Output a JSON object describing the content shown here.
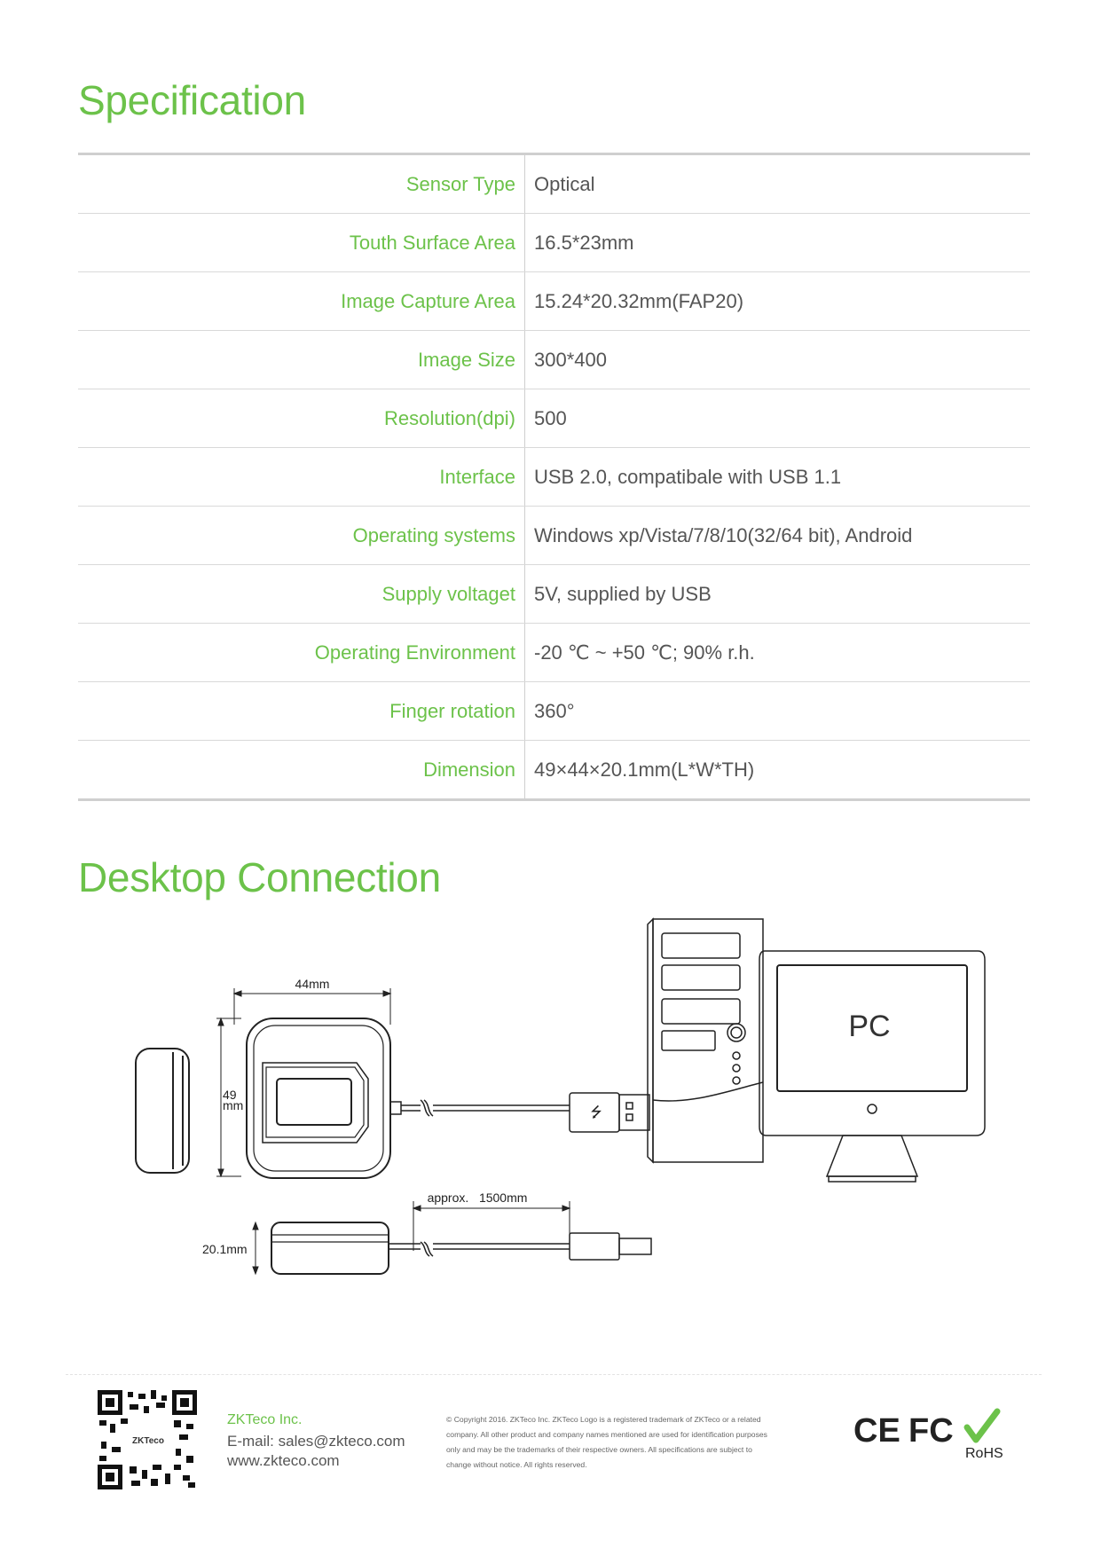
{
  "specification": {
    "title": "Specification",
    "rows": [
      {
        "label": "Sensor Type",
        "value": "Optical"
      },
      {
        "label": "Touth Surface Area",
        "value": "16.5*23mm"
      },
      {
        "label": "Image Capture Area",
        "value": "15.24*20.32mm(FAP20)"
      },
      {
        "label": "Image Size",
        "value": "300*400"
      },
      {
        "label": "Resolution(dpi)",
        "value": "500"
      },
      {
        "label": "Interface",
        "value": "USB 2.0, compatibale with USB 1.1"
      },
      {
        "label": "Operating systems",
        "value": "Windows xp/Vista/7/8/10(32/64 bit), Android"
      },
      {
        "label": "Supply voltaget",
        "value": "5V, supplied by USB"
      },
      {
        "label": "Operating Environment",
        "value": "-20 ℃ ~ +50 ℃; 90% r.h."
      },
      {
        "label": "Finger rotation",
        "value": "360°"
      },
      {
        "label": "Dimension",
        "value": "49×44×20.1mm(L*W*TH)"
      }
    ]
  },
  "connection": {
    "title": "Desktop Connection",
    "width_label": "44mm",
    "height_label_top": "49",
    "height_label_bottom": "mm",
    "thickness_label": "20.1mm",
    "cable_label": "approx.   1500mm",
    "pc_label": "PC"
  },
  "footer": {
    "company": "ZKTeco Inc.",
    "email": "E-mail: sales@zkteco.com",
    "website": "www.zkteco.com",
    "qr_logo": "ZKTeco",
    "copyright_lines": [
      "© Copyright 2016. ZKTeco Inc. ZKTeco Logo is a registered trademark of ZKTeco or a related",
      "company. All other product and company names mentioned are used for identification purposes",
      "only and may be the trademarks of their respective owners. All specifications are subject to",
      "change without notice. All rights reserved."
    ],
    "cert_ce": "CE",
    "cert_fc": "FC",
    "cert_rohs": "RoHS",
    "accent_color": "#6cc24a"
  }
}
